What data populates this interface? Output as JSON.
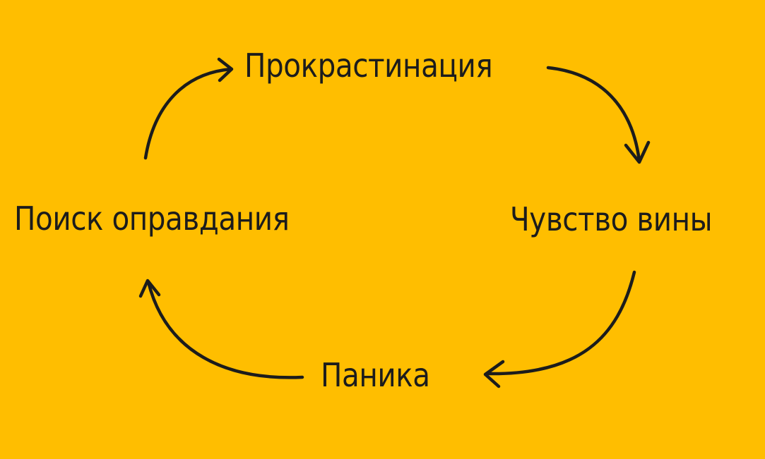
{
  "diagram": {
    "background_color": "#FFBE00",
    "text_color": "#1c1c1c",
    "nodes": {
      "procrastination": "Прокрастинация",
      "guilt": "Чувство вины",
      "panic": "Паника",
      "excuse_search": "Поиск оправдания"
    },
    "edges": [
      {
        "from": "procrastination",
        "to": "guilt"
      },
      {
        "from": "guilt",
        "to": "panic"
      },
      {
        "from": "panic",
        "to": "excuse_search"
      },
      {
        "from": "excuse_search",
        "to": "procrastination"
      }
    ]
  }
}
